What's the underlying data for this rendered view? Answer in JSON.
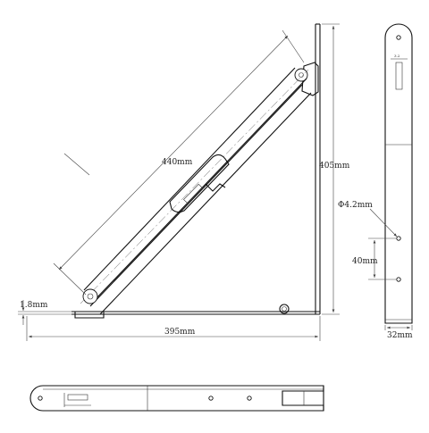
{
  "dimensions": {
    "arm_length": "440mm",
    "height": "405mm",
    "base_length": "395mm",
    "thickness": "1.8mm",
    "hole_diameter": "Φ4.2mm",
    "hole_spacing": "40mm",
    "width": "32mm"
  },
  "colors": {
    "line": "#111111",
    "dimension": "#444444",
    "background": "#ffffff"
  }
}
